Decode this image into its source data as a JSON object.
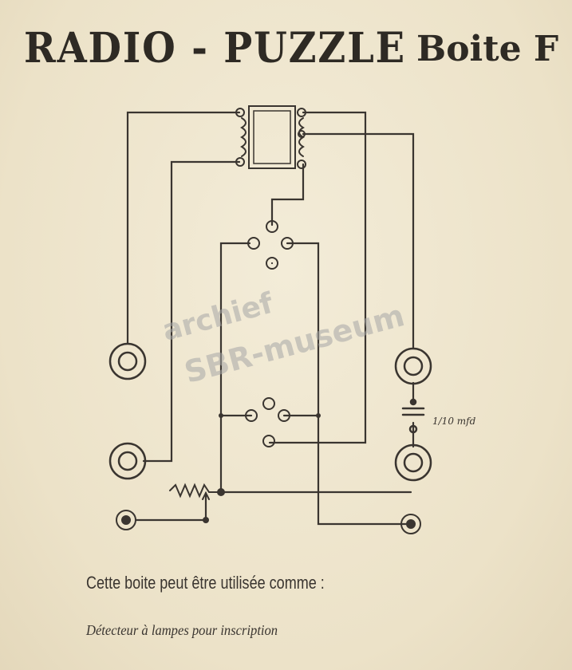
{
  "header": {
    "title": "RADIO - PUZZLE",
    "subtitle": "Boite F"
  },
  "diagram": {
    "capacitor_label": "1/10 mfd"
  },
  "watermark": {
    "line1": "archief",
    "line2": "SBR-museum"
  },
  "body_text": {
    "line1": "Cette boite peut être utilisée comme :",
    "line2": "Détecteur à lampes pour inscription"
  },
  "colors": {
    "paper": "#efe6cf",
    "ink": "#2e2a24",
    "watermark": "#a5a5a5"
  }
}
